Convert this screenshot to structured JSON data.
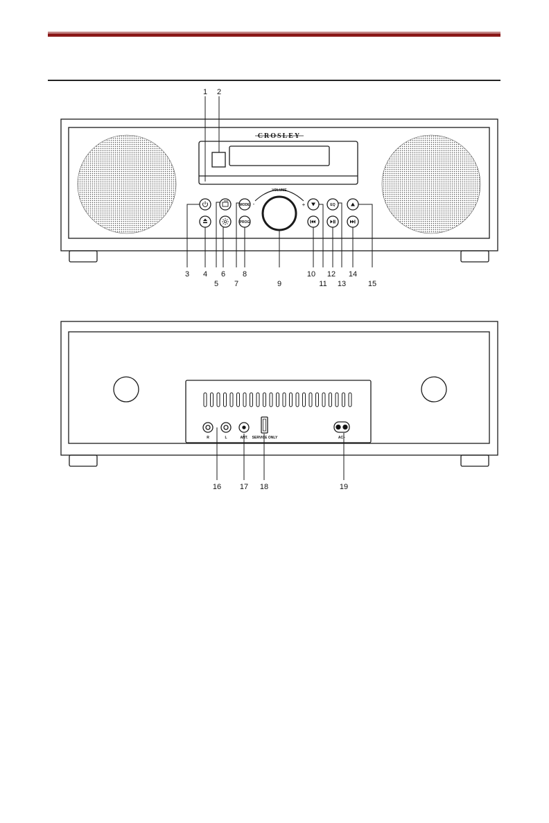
{
  "theme": {
    "accent": "#8b1a1a",
    "line": "#1a1a1a"
  },
  "front_panel": {
    "brand": "CROSLEY",
    "volume_label": "VOLUME",
    "volume_minus": "-",
    "volume_plus": "+",
    "buttons": {
      "power": "power-icon",
      "eject": "eject-icon",
      "source": "source-icon",
      "dimmer": "brightness-icon",
      "mode": "MODE",
      "prog": "PROG",
      "down": "arrow-down-icon",
      "prev": "skip-back-icon",
      "eq": "EQ",
      "play_pause": "play-pause-icon",
      "up": "arrow-up-icon",
      "next": "skip-forward-icon"
    },
    "callouts": [
      "1",
      "2",
      "3",
      "4",
      "5",
      "6",
      "7",
      "8",
      "9",
      "10",
      "11",
      "12",
      "13",
      "14",
      "15"
    ]
  },
  "rear_panel": {
    "labels": {
      "right": "R",
      "left": "L",
      "ant": "ANT.",
      "service": "SERVICE ONLY",
      "ac": "AC~"
    },
    "callouts": [
      "16",
      "17",
      "18",
      "19"
    ]
  }
}
